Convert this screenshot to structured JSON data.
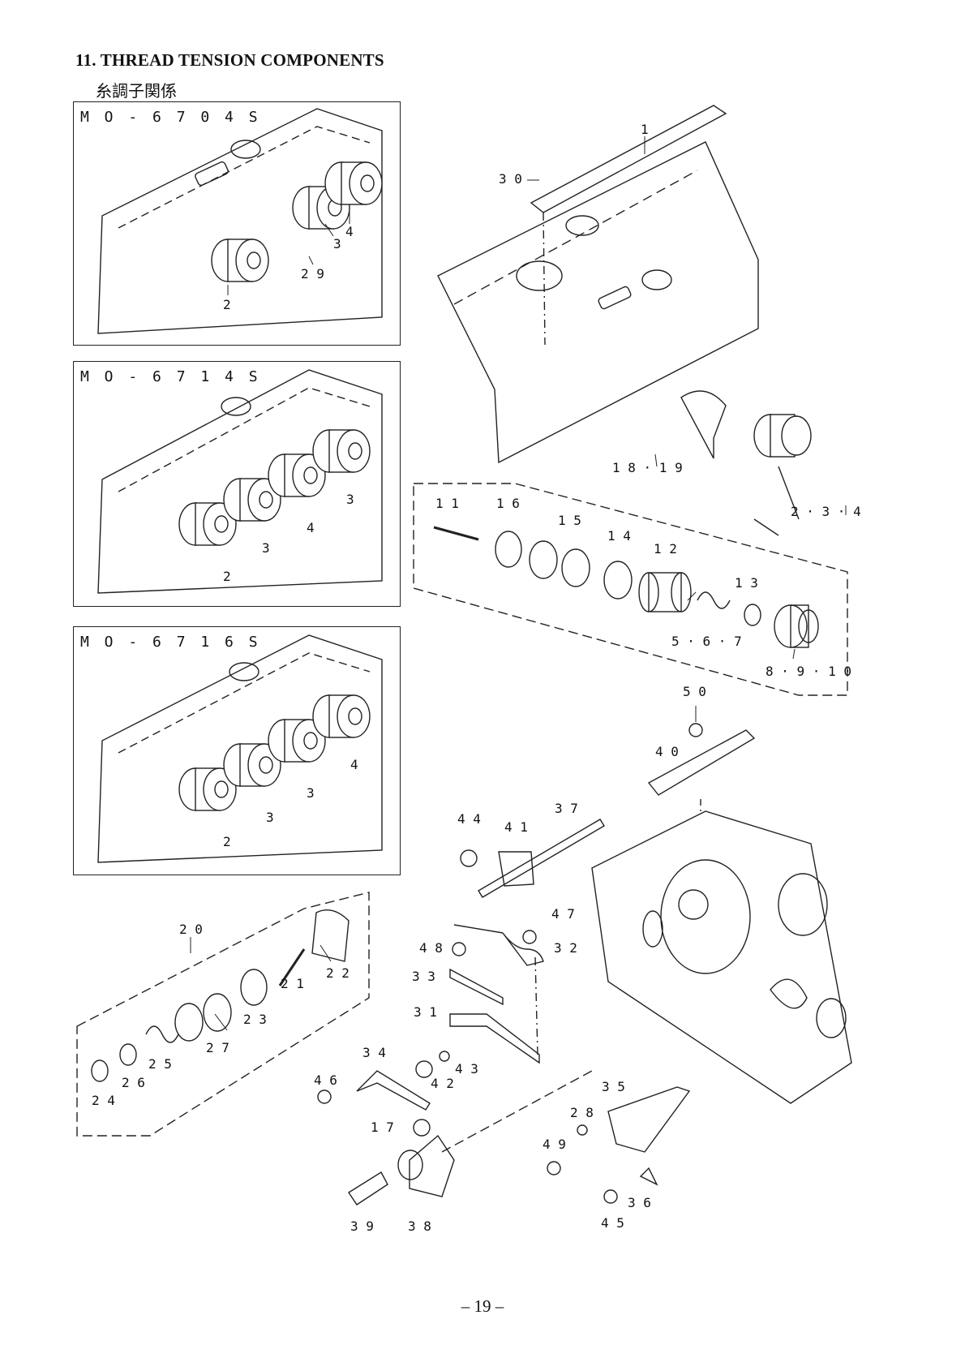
{
  "page": {
    "title": "11. THREAD TENSION COMPONENTS",
    "subtitle": "糸調子関係",
    "page_number": "– 19 –"
  },
  "panels": [
    {
      "label": "M O - 6 7 0 4 S",
      "callouts": [
        "4",
        "3",
        "2",
        "2 9"
      ]
    },
    {
      "label": "M O - 6 7 1 4 S",
      "callouts": [
        "3",
        "4",
        "3",
        "2"
      ]
    },
    {
      "label": "M O - 6 7 1 6 S",
      "callouts": [
        "4",
        "3",
        "3",
        "2"
      ]
    }
  ],
  "callouts": {
    "c1": "1",
    "c30": "3 0",
    "c18_19": "1 8 · 1 9",
    "c2_3_4": "2 · 3 · 4",
    "c11": "1 1",
    "c16": "1 6",
    "c15": "1 5",
    "c14": "1 4",
    "c12": "1 2",
    "c13": "1 3",
    "c5_6_7": "5 · 6 · 7",
    "c8_9_10": "8 · 9 · 1 0",
    "c50": "5 0",
    "c40": "4 0",
    "c37": "3 7",
    "c44": "4 4",
    "c41": "4 1",
    "c47": "4 7",
    "c48": "4 8",
    "c32": "3 2",
    "c33": "3 3",
    "c31": "3 1",
    "c20": "2 0",
    "c22": "2 2",
    "c21": "2 1",
    "c23": "2 3",
    "c27": "2 7",
    "c25": "2 5",
    "c26": "2 6",
    "c24": "2 4",
    "c34": "3 4",
    "c42": "4 2",
    "c43": "4 3",
    "c46": "4 6",
    "c17": "1 7",
    "c39": "3 9",
    "c38": "3 8",
    "c35": "3 5",
    "c28": "2 8",
    "c49": "4 9",
    "c36": "3 6",
    "c45": "4 5"
  }
}
